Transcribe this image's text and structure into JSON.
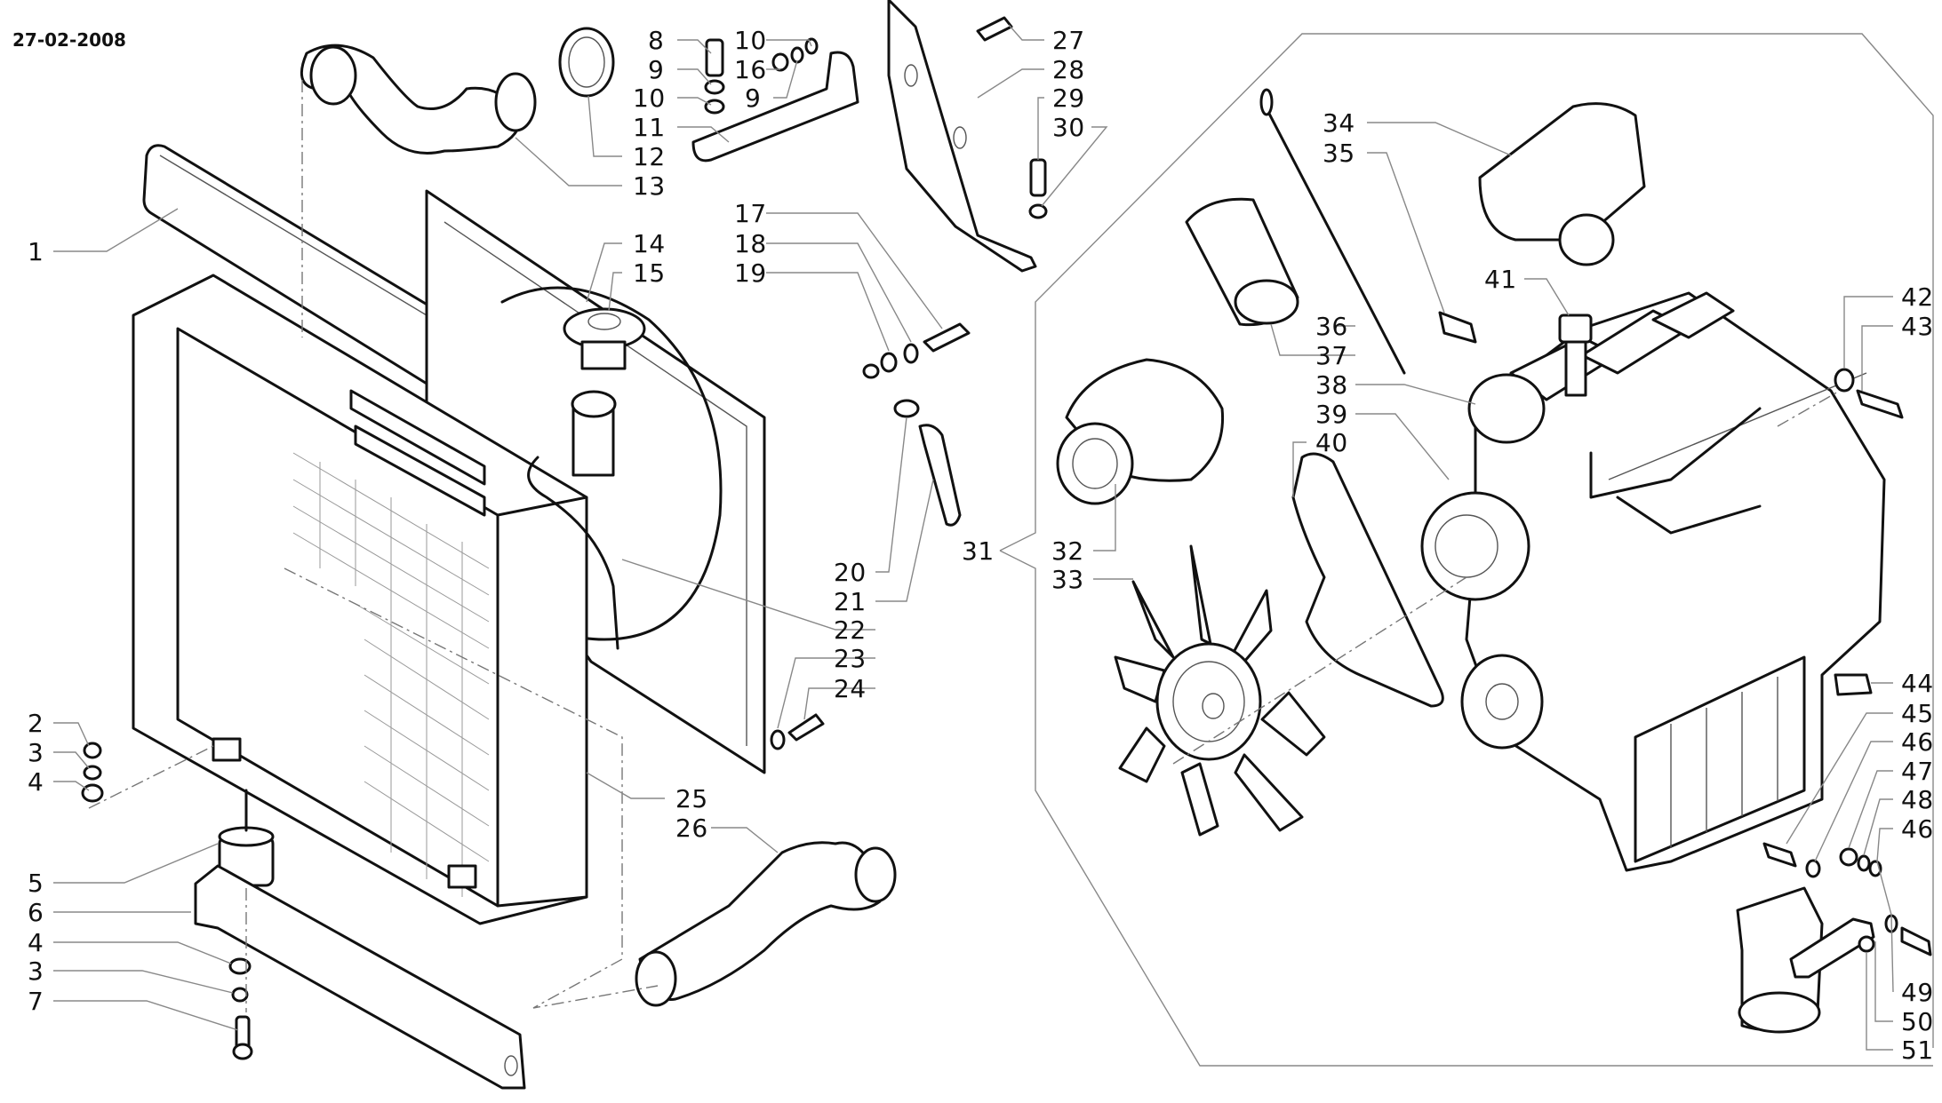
{
  "document": {
    "date": "27-02-2008",
    "type": "exploded parts diagram",
    "subject": "engine cooling system — radiator, hoses, fan, alternator, engine block"
  },
  "labels": [
    {
      "id": "1",
      "text": "1"
    },
    {
      "id": "2",
      "text": "2"
    },
    {
      "id": "3a",
      "text": "3"
    },
    {
      "id": "4a",
      "text": "4"
    },
    {
      "id": "5",
      "text": "5"
    },
    {
      "id": "6",
      "text": "6"
    },
    {
      "id": "4b",
      "text": "4"
    },
    {
      "id": "3b",
      "text": "3"
    },
    {
      "id": "7",
      "text": "7"
    },
    {
      "id": "8",
      "text": "8"
    },
    {
      "id": "9a",
      "text": "9"
    },
    {
      "id": "10a",
      "text": "10"
    },
    {
      "id": "11",
      "text": "11"
    },
    {
      "id": "12",
      "text": "12"
    },
    {
      "id": "13",
      "text": "13"
    },
    {
      "id": "10b",
      "text": "10"
    },
    {
      "id": "16",
      "text": "16"
    },
    {
      "id": "9b",
      "text": "9"
    },
    {
      "id": "14",
      "text": "14"
    },
    {
      "id": "15",
      "text": "15"
    },
    {
      "id": "17",
      "text": "17"
    },
    {
      "id": "18",
      "text": "18"
    },
    {
      "id": "19",
      "text": "19"
    },
    {
      "id": "20",
      "text": "20"
    },
    {
      "id": "21",
      "text": "21"
    },
    {
      "id": "22",
      "text": "22"
    },
    {
      "id": "23",
      "text": "23"
    },
    {
      "id": "24",
      "text": "24"
    },
    {
      "id": "25",
      "text": "25"
    },
    {
      "id": "26",
      "text": "26"
    },
    {
      "id": "27",
      "text": "27"
    },
    {
      "id": "28",
      "text": "28"
    },
    {
      "id": "29",
      "text": "29"
    },
    {
      "id": "30",
      "text": "30"
    },
    {
      "id": "31",
      "text": "31"
    },
    {
      "id": "32",
      "text": "32"
    },
    {
      "id": "33",
      "text": "33"
    },
    {
      "id": "34",
      "text": "34"
    },
    {
      "id": "35",
      "text": "35"
    },
    {
      "id": "36",
      "text": "36"
    },
    {
      "id": "37",
      "text": "37"
    },
    {
      "id": "38",
      "text": "38"
    },
    {
      "id": "39",
      "text": "39"
    },
    {
      "id": "40",
      "text": "40"
    },
    {
      "id": "41",
      "text": "41"
    },
    {
      "id": "42",
      "text": "42"
    },
    {
      "id": "43",
      "text": "43"
    },
    {
      "id": "44",
      "text": "44"
    },
    {
      "id": "45",
      "text": "45"
    },
    {
      "id": "46a",
      "text": "46"
    },
    {
      "id": "47",
      "text": "47"
    },
    {
      "id": "48",
      "text": "48"
    },
    {
      "id": "46b",
      "text": "46"
    },
    {
      "id": "49",
      "text": "49"
    },
    {
      "id": "50",
      "text": "50"
    },
    {
      "id": "51",
      "text": "51"
    }
  ]
}
